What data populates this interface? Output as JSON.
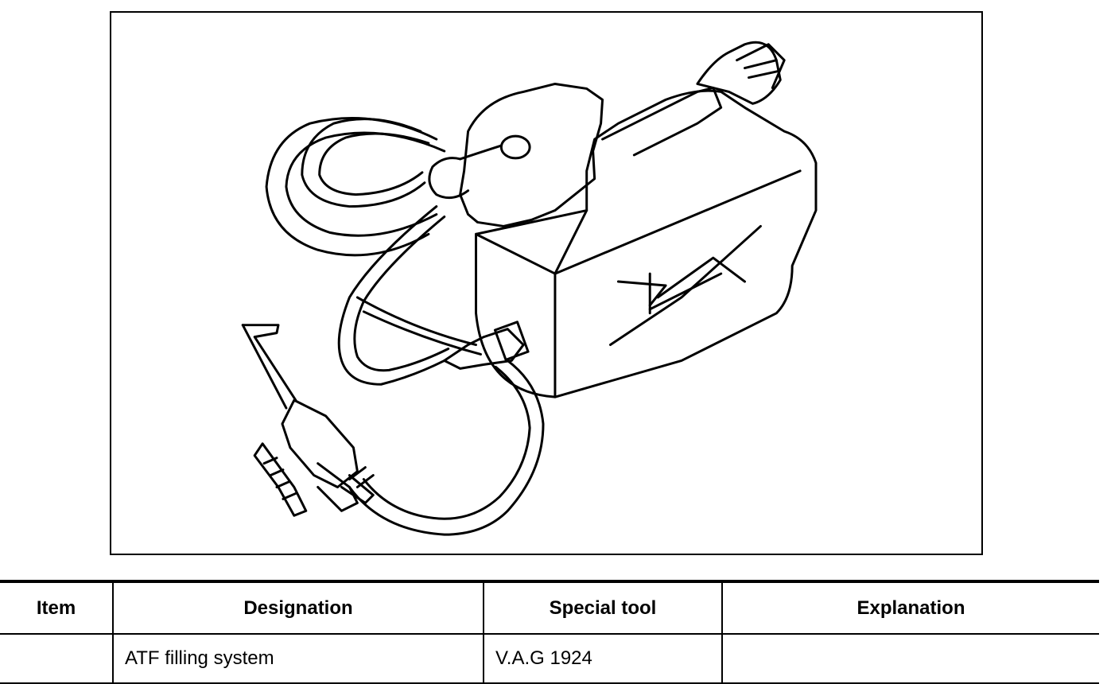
{
  "figure": {
    "description_icon": "atf-filling-system-illustration"
  },
  "table": {
    "headers": {
      "item": "Item",
      "designation": "Designation",
      "special_tool": "Special tool",
      "explanation": "Explanation"
    },
    "rows": [
      {
        "item": "",
        "designation": "ATF filling system",
        "special_tool": "V.A.G 1924",
        "explanation": ""
      }
    ]
  }
}
